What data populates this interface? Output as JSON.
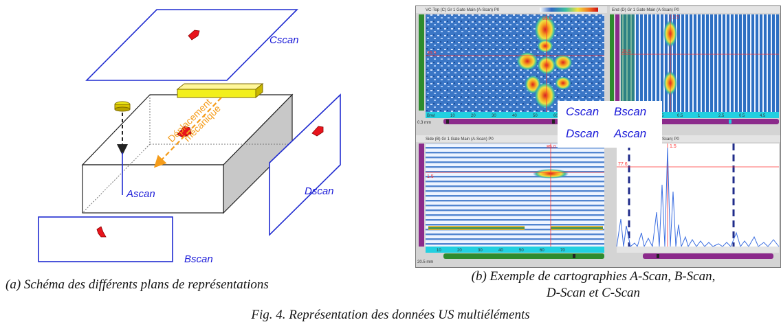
{
  "schema": {
    "labels": {
      "cscan": "Cscan",
      "dscan": "Dscan",
      "bscan": "Bscan",
      "ascan": "Ascan",
      "motion_line1": "Déplacement",
      "motion_line2": "mécanique"
    },
    "colors": {
      "plane_border": "#1f2bd0",
      "label": "#1a1ad8",
      "defect": "#e8141c",
      "probe": "#f2ef1c",
      "motion_arrow": "#f59c1a",
      "block_side": "#c8c8c8"
    }
  },
  "scans": {
    "overlay": {
      "cscan": "Cscan",
      "bscan": "Bscan",
      "dscan": "Dscan",
      "ascan": "Ascan"
    },
    "panel_titles": {
      "top_left": "VC-Top (C) Gr 1 Gate Main (A-Scan) P0",
      "top_right": "End (D) Gr 1 Gate Main (A-Scan) P0",
      "bottom_left": "Side (B) Gr 1 Gate Main (A-Scan) P0",
      "bottom_right": "-Scan) P0"
    },
    "readouts": {
      "tl_cursor": "85.0",
      "tl_side": "35.5",
      "tr_cursor": "1.5",
      "tr_side": "35.5",
      "bl_cursor": "85.0",
      "bl_side": "1.5",
      "br_cursor": "1.5",
      "br_side": "77.6",
      "tl_scale": "0.3 mm",
      "bl_scale": "20.5 mm"
    },
    "colors": {
      "scan_bg": "#2c6fc0",
      "bar_green": "#2e8b2e",
      "bar_purple": "#8b2a8b",
      "bar_cyan": "#22d0e0",
      "cursor_red": "#ff3030",
      "ascan_line": "#3b6ee0"
    }
  },
  "captions": {
    "left": "(a) Schéma des différents plans de représentations",
    "right_line1": "(b) Exemple de cartographies A-Scan, B-Scan,",
    "right_line2": "D-Scan et C-Scan",
    "figure": "Fig. 4. Représentation des données US multiéléments"
  }
}
